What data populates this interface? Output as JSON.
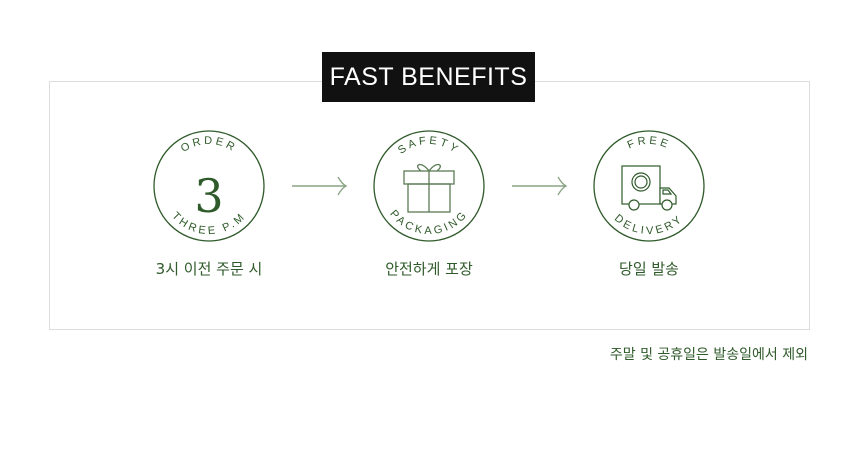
{
  "title": "FAST BENEFITS",
  "steps": [
    {
      "top_text": "ORDER",
      "bottom_text": "THREE P.M",
      "center": "3",
      "label": "3시 이전 주문 시",
      "icon": "number-three"
    },
    {
      "top_text": "SAFETY",
      "bottom_text": "PACKAGING",
      "label": "안전하게 포장",
      "icon": "gift-box-icon"
    },
    {
      "top_text": "FREE",
      "bottom_text": "DELIVERY",
      "label": "당일 발송",
      "icon": "truck-icon"
    }
  ],
  "note": "주말 및 공휴일은 발송일에서 제외",
  "colors": {
    "accent": "#2f5a2a",
    "title_bg": "#111111",
    "border": "#dcdcdc"
  }
}
